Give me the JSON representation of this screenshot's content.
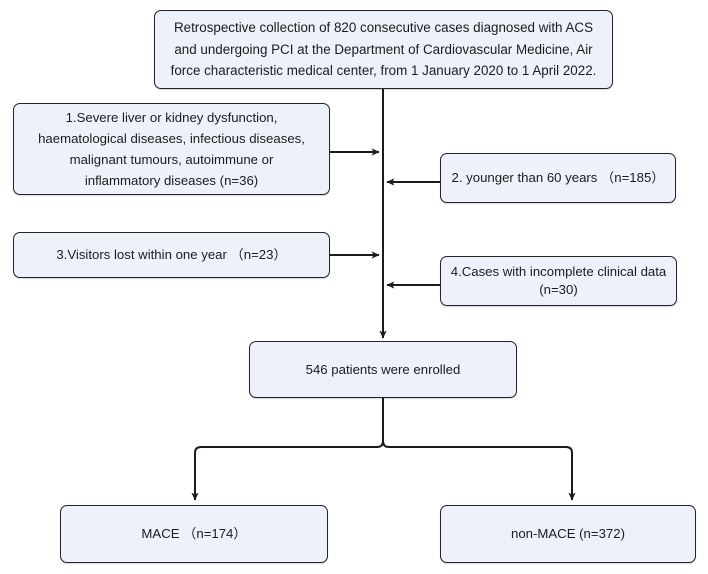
{
  "figure": {
    "type": "flowchart",
    "title": "Study patient selection flow diagram",
    "colors": {
      "node_fill": "#edf2fa",
      "node_border": "#232328",
      "connector": "#1b1b1f",
      "background": "#ffffff"
    }
  },
  "nodes": {
    "source": {
      "label": "Retrospective collection of 820 consecutive cases diagnosed with ACS and undergoing PCI at the Department of Cardiovascular Medicine, Air force characteristic medical center, from 1 January 2020 to 1 April 2022.",
      "count": 820
    },
    "exclusion_1": {
      "label": "1.Severe liver or kidney dysfunction,\nhaematological diseases, infectious diseases,\nmalignant tumours, autoimmune or\ninflammatory diseases (n=36)",
      "count": 36
    },
    "exclusion_2": {
      "label": "2. younger than 60 years （n=185）",
      "count": 185
    },
    "exclusion_3": {
      "label": "3.Visitors lost within one year （n=23）",
      "count": 23
    },
    "exclusion_4": {
      "label": "4.Cases with incomplete clinical data\n(n=30)",
      "count": 30
    },
    "enrolled": {
      "label": "546 patients were enrolled",
      "count": 546
    },
    "mace": {
      "label": "MACE （n=174）",
      "count": 174
    },
    "non_mace": {
      "label": "non-MACE (n=372)",
      "count": 372
    }
  },
  "connectors": [
    {
      "name": "source-to-spine",
      "from": "source",
      "to": "spine",
      "arrow": false
    },
    {
      "name": "exclusion-1-to-spine",
      "from": "exclusion_1",
      "to": "spine",
      "arrow": true
    },
    {
      "name": "exclusion-2-to-spine",
      "from": "exclusion_2",
      "to": "spine",
      "arrow": true
    },
    {
      "name": "exclusion-3-to-spine",
      "from": "exclusion_3",
      "to": "spine",
      "arrow": true
    },
    {
      "name": "exclusion-4-to-spine",
      "from": "exclusion_4",
      "to": "spine",
      "arrow": true
    },
    {
      "name": "spine-to-enrolled",
      "from": "spine",
      "to": "enrolled",
      "arrow": true
    },
    {
      "name": "enrolled-to-mace",
      "from": "enrolled",
      "to": "mace",
      "arrow": true
    },
    {
      "name": "enrolled-to-non-mace",
      "from": "enrolled",
      "to": "non_mace",
      "arrow": true
    }
  ]
}
